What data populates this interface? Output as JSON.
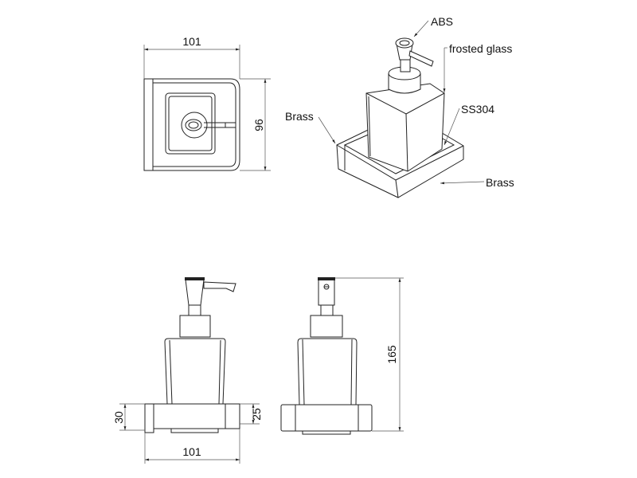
{
  "title": "Soap dispenser technical drawing",
  "dimensions": {
    "top_width": "101",
    "top_depth": "96",
    "front_width": "101",
    "base_height": "30",
    "tray_height": "25",
    "total_height": "165"
  },
  "material_labels": {
    "pump": "ABS",
    "bottle": "frosted glass",
    "tray": "SS304",
    "holder_left": "Brass",
    "holder_right": "Brass"
  },
  "colors": {
    "line": "#222222",
    "background": "#ffffff"
  }
}
